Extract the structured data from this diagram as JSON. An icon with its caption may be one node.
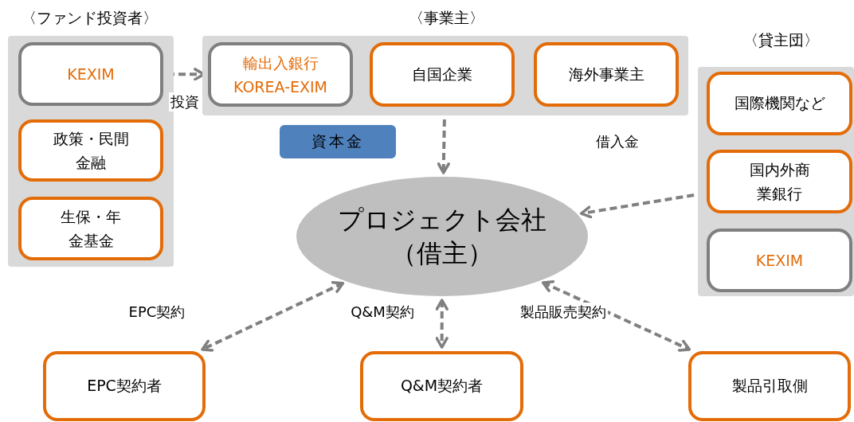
{
  "diagram": {
    "nodes": [
      {
        "text": [
          "〈ファンド投資者〉"
        ]
      },
      {
        "text": [
          "KEXIM"
        ],
        "in": 0
      },
      {
        "text": [
          "政策・民間金融"
        ],
        "in": 0
      },
      {
        "text": [
          "生保・年金基金"
        ],
        "in": 0
      },
      {
        "text": [
          "〈事業主〉"
        ]
      },
      {
        "text": [
          "輸出入銀行KOREA-EXIM"
        ],
        "in": 4
      },
      {
        "text": [
          "自国企業"
        ],
        "in": 4
      },
      {
        "text": [
          "海外事業主"
        ],
        "in": 4
      },
      {
        "text": [
          "資本金"
        ]
      },
      {
        "text": [
          "〈貸主団〉"
        ]
      },
      {
        "text": [
          "国際機関など"
        ],
        "in": 9
      },
      {
        "text": [
          "国内外商業銀行"
        ],
        "in": 9
      },
      {
        "text": [
          "KEXIM"
        ],
        "in": 9
      },
      {
        "text": [
          "プロジェクト会社（借主）"
        ]
      },
      {
        "text": [
          "EPC契約者"
        ]
      },
      {
        "text": [
          "Q&M契約者"
        ]
      },
      {
        "text": [
          "製品引取側"
        ]
      }
    ],
    "edges": [
      {
        "from": 1,
        "to": 5,
        "arrow": "to",
        "label": "投資",
        "style": "dashed"
      },
      {
        "from": 4,
        "to": 13,
        "arrow": "to",
        "style": "dashed"
      },
      {
        "from": 9,
        "to": 13,
        "arrow": "to",
        "label": "借入金",
        "style": "dashed"
      },
      {
        "from": 13,
        "to": 14,
        "arrow": "both",
        "label": "EPC契約",
        "style": "dashed"
      },
      {
        "from": 13,
        "to": 15,
        "arrow": "both",
        "label": "Q&M契約",
        "style": "dashed"
      },
      {
        "from": 13,
        "to": 16,
        "arrow": "both",
        "label": "製品販売契約",
        "style": "dashed"
      }
    ]
  }
}
